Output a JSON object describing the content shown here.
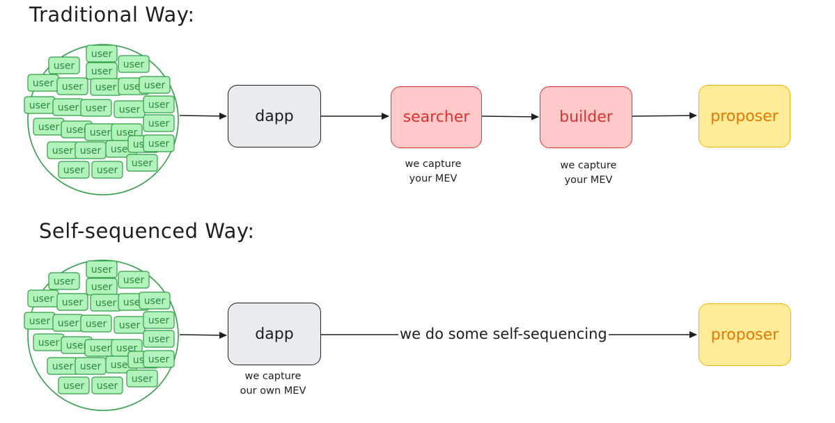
{
  "titles": {
    "traditional": "Traditional Way:",
    "self_sequenced": "Self-sequenced Way:"
  },
  "user_label": "user",
  "traditional": {
    "dapp": "dapp",
    "searcher": "searcher",
    "builder": "builder",
    "proposer": "proposer",
    "searcher_note": [
      "we capture",
      "your MEV"
    ],
    "builder_note": [
      "we capture",
      "your MEV"
    ]
  },
  "self_sequenced": {
    "dapp": "dapp",
    "proposer": "proposer",
    "dapp_note": [
      "we capture",
      "our own MEV"
    ],
    "edge_label": "we do some self-sequencing"
  },
  "colors": {
    "user_fill": "#b2f2bb",
    "user_stroke": "#2f9e44",
    "user_text": "#2b8a3e",
    "searcher_text": "#e03131",
    "proposer_text": "#e67700"
  }
}
